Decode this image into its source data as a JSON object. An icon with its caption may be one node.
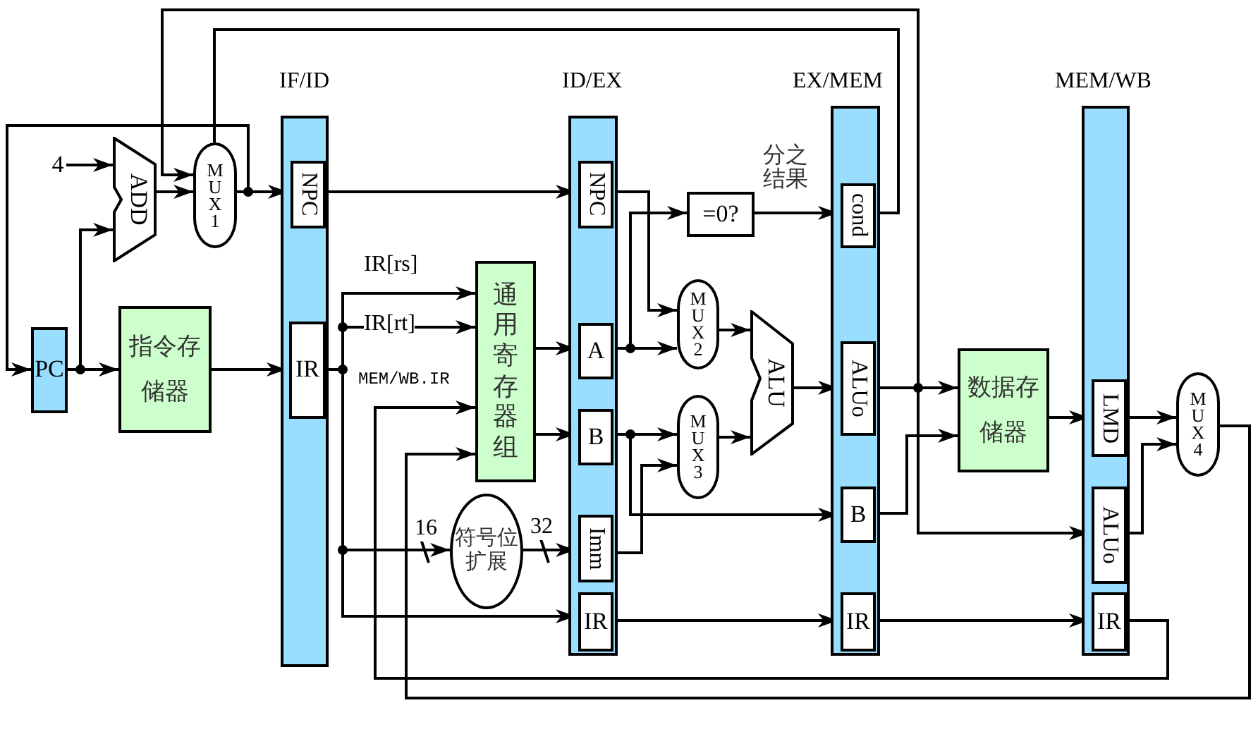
{
  "diagram": {
    "nodes": [
      {
        "text": [
          "PC"
        ]
      },
      {
        "text": [
          "ADD"
        ]
      },
      {
        "text": [
          "MUX1"
        ]
      },
      {
        "text": [
          "指令存储器"
        ]
      },
      {
        "text": [
          "IF/ID"
        ]
      },
      {
        "text": [
          "NPC"
        ],
        "in": 4
      },
      {
        "text": [
          "IR"
        ],
        "in": 4
      },
      {
        "text": [
          "通用寄存器组"
        ]
      },
      {
        "text": [
          "符号位扩展"
        ]
      },
      {
        "text": [
          "ID/EX"
        ]
      },
      {
        "text": [
          "NPC"
        ],
        "in": 9
      },
      {
        "text": [
          "A"
        ],
        "in": 9
      },
      {
        "text": [
          "B"
        ],
        "in": 9
      },
      {
        "text": [
          "Imm"
        ],
        "in": 9
      },
      {
        "text": [
          "IR"
        ],
        "in": 9
      },
      {
        "text": [
          "=0?"
        ]
      },
      {
        "text": [
          "MUX2"
        ]
      },
      {
        "text": [
          "MUX3"
        ]
      },
      {
        "text": [
          "ALU"
        ]
      },
      {
        "text": [
          "EX/MEM"
        ]
      },
      {
        "text": [
          "cond"
        ],
        "in": 19
      },
      {
        "text": [
          "ALUo"
        ],
        "in": 19
      },
      {
        "text": [
          "B"
        ],
        "in": 19
      },
      {
        "text": [
          "IR"
        ],
        "in": 19
      },
      {
        "text": [
          "数据存储器"
        ]
      },
      {
        "text": [
          "MEM/WB"
        ]
      },
      {
        "text": [
          "LMD"
        ],
        "in": 25
      },
      {
        "text": [
          "ALUo"
        ],
        "in": 25
      },
      {
        "text": [
          "IR"
        ],
        "in": 25
      },
      {
        "text": [
          "MUX4"
        ]
      },
      {
        "text": [
          "4"
        ]
      }
    ],
    "edges": [
      {
        "from": 30,
        "to": 1,
        "arrow": "to"
      },
      {
        "from": 0,
        "to": 1,
        "arrow": "to"
      },
      {
        "from": 0,
        "to": 3,
        "arrow": "to"
      },
      {
        "from": 1,
        "to": 2,
        "arrow": "to"
      },
      {
        "from": 20,
        "to": 2,
        "arrow": "none"
      },
      {
        "from": 21,
        "to": 2,
        "arrow": "to"
      },
      {
        "from": 2,
        "to": 5,
        "arrow": "to"
      },
      {
        "from": 2,
        "to": 0,
        "arrow": "to"
      },
      {
        "from": 3,
        "to": 6,
        "arrow": "to"
      },
      {
        "from": 5,
        "to": 10,
        "arrow": "to"
      },
      {
        "from": 6,
        "to": 7,
        "arrow": "to",
        "label": "IR[rs]"
      },
      {
        "from": 6,
        "to": 7,
        "arrow": "to",
        "label": "IR[rt]"
      },
      {
        "from": 6,
        "to": 8,
        "arrow": "to",
        "label": "16"
      },
      {
        "from": 6,
        "to": 14,
        "arrow": "to"
      },
      {
        "from": 28,
        "to": 7,
        "arrow": "to",
        "label": "MEM/WB.IR"
      },
      {
        "from": 29,
        "to": 7,
        "arrow": "to"
      },
      {
        "from": 7,
        "to": 11,
        "arrow": "to"
      },
      {
        "from": 7,
        "to": 12,
        "arrow": "to"
      },
      {
        "from": 8,
        "to": 13,
        "arrow": "to",
        "label": "32"
      },
      {
        "from": 14,
        "to": 23,
        "arrow": "to"
      },
      {
        "from": 10,
        "to": 16,
        "arrow": "to"
      },
      {
        "from": 11,
        "to": 16,
        "arrow": "to"
      },
      {
        "from": 11,
        "to": 15,
        "arrow": "to"
      },
      {
        "from": 12,
        "to": 17,
        "arrow": "to"
      },
      {
        "from": 12,
        "to": 22,
        "arrow": "to"
      },
      {
        "from": 13,
        "to": 17,
        "arrow": "to"
      },
      {
        "from": 16,
        "to": 18,
        "arrow": "to"
      },
      {
        "from": 17,
        "to": 18,
        "arrow": "to"
      },
      {
        "from": 15,
        "to": 20,
        "arrow": "to",
        "label": "分之结果"
      },
      {
        "from": 18,
        "to": 21,
        "arrow": "to"
      },
      {
        "from": 21,
        "to": 24,
        "arrow": "to"
      },
      {
        "from": 21,
        "to": 27,
        "arrow": "to"
      },
      {
        "from": 22,
        "to": 24,
        "arrow": "to"
      },
      {
        "from": 23,
        "to": 28,
        "arrow": "to"
      },
      {
        "from": 24,
        "to": 26,
        "arrow": "to"
      },
      {
        "from": 26,
        "to": 29,
        "arrow": "to"
      },
      {
        "from": 27,
        "to": 29,
        "arrow": "to"
      }
    ]
  }
}
